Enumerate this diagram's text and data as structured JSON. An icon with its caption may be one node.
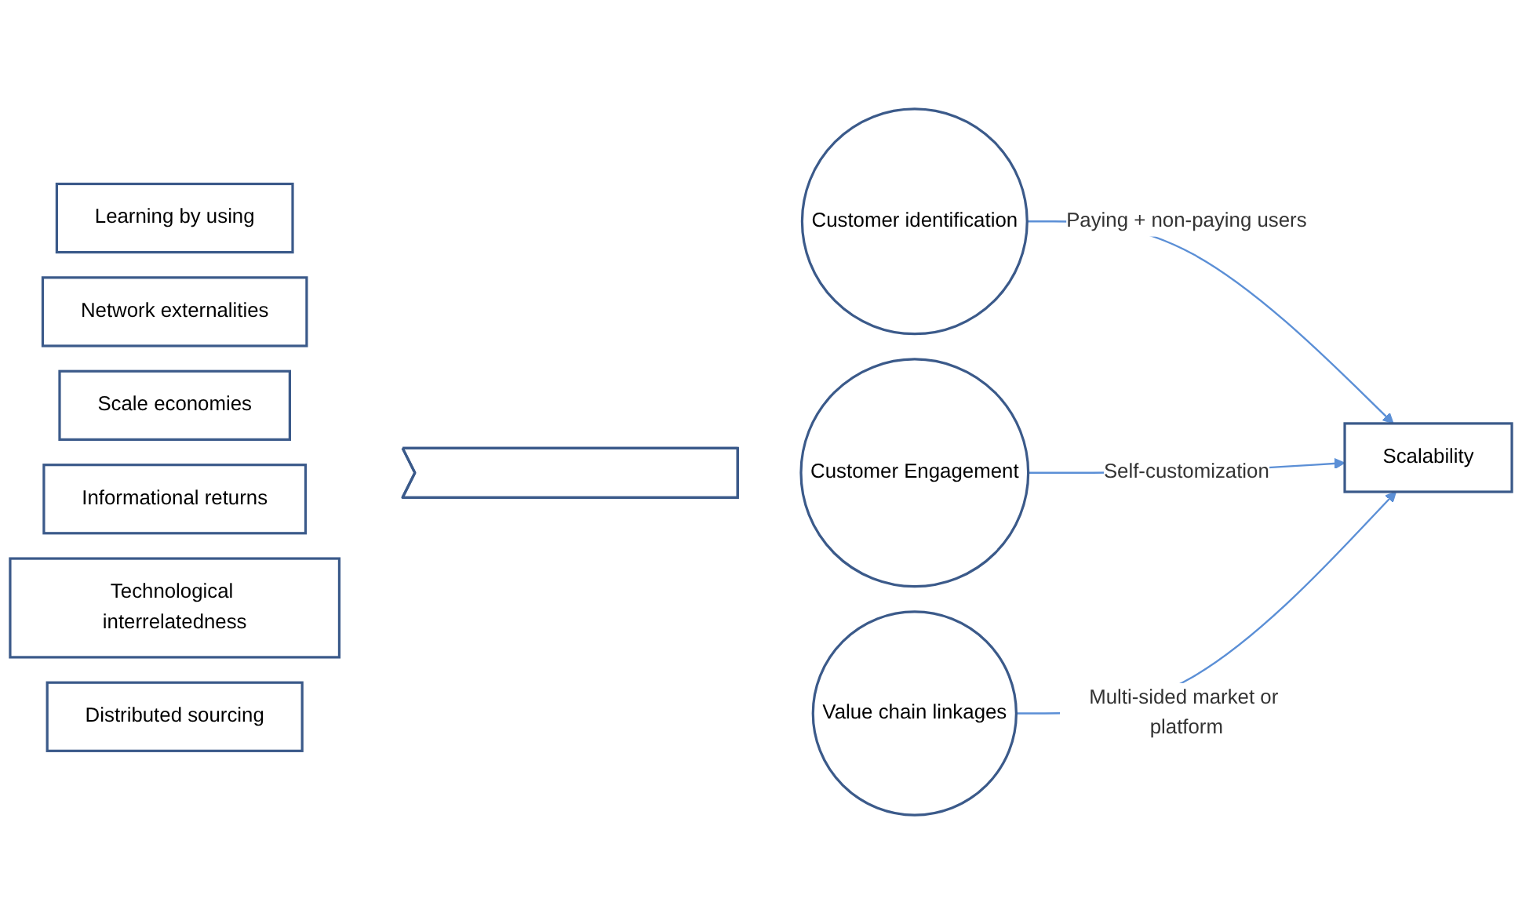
{
  "diagram": {
    "nodes": [
      {
        "text": [
          "Learning by using"
        ]
      },
      {
        "text": [
          "Network externalities"
        ]
      },
      {
        "text": [
          "Scale economies"
        ]
      },
      {
        "text": [
          "Informational returns"
        ]
      },
      {
        "text": [
          "Technological interrelatedness"
        ]
      },
      {
        "text": [
          "Distributed sourcing"
        ]
      },
      {
        "text": [],
        "shape": "arrow"
      },
      {
        "text": [
          "Customer identification"
        ]
      },
      {
        "text": [
          "Customer Engagement"
        ]
      },
      {
        "text": [
          "Value chain linkages"
        ]
      },
      {
        "text": [
          "Scalability"
        ]
      }
    ],
    "edges": [
      {
        "from": 7,
        "to": 10,
        "arrow": "to",
        "label": "Paying + non-paying users"
      },
      {
        "from": 8,
        "to": 10,
        "arrow": "to",
        "label": "Self-customization"
      },
      {
        "from": 9,
        "to": 10,
        "arrow": "to",
        "label": "Multi-sided market or platform"
      }
    ]
  }
}
